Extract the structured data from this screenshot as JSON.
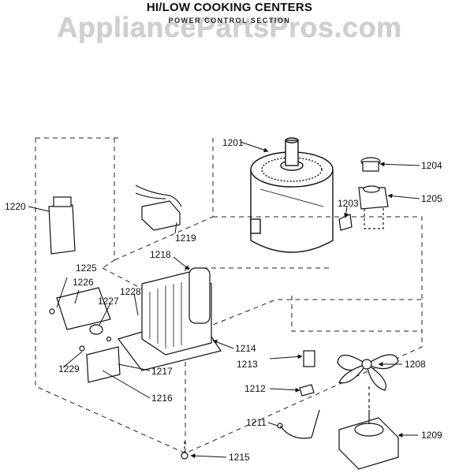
{
  "header": {
    "title": "HI/LOW COOKING CENTERS",
    "subtitle": "POWER CONTROL SECTION",
    "watermark": "AppliancePartsPros.com"
  },
  "parts": [
    {
      "id": "1201",
      "label": "1201"
    },
    {
      "id": "1203",
      "label": "1203"
    },
    {
      "id": "1204",
      "label": "1204"
    },
    {
      "id": "1205",
      "label": "1205"
    },
    {
      "id": "1208",
      "label": "1208"
    },
    {
      "id": "1209",
      "label": "1209"
    },
    {
      "id": "1211",
      "label": "1211"
    },
    {
      "id": "1212",
      "label": "1212"
    },
    {
      "id": "1213",
      "label": "1213"
    },
    {
      "id": "1214",
      "label": "1214"
    },
    {
      "id": "1215",
      "label": "1215"
    },
    {
      "id": "1216",
      "label": "1216"
    },
    {
      "id": "1217",
      "label": "1217"
    },
    {
      "id": "1218",
      "label": "1218"
    },
    {
      "id": "1219",
      "label": "1219"
    },
    {
      "id": "1220",
      "label": "1220"
    },
    {
      "id": "1225",
      "label": "1225"
    },
    {
      "id": "1226",
      "label": "1226"
    },
    {
      "id": "1227",
      "label": "1227"
    },
    {
      "id": "1228",
      "label": "1228"
    },
    {
      "id": "1229",
      "label": "1229"
    }
  ]
}
